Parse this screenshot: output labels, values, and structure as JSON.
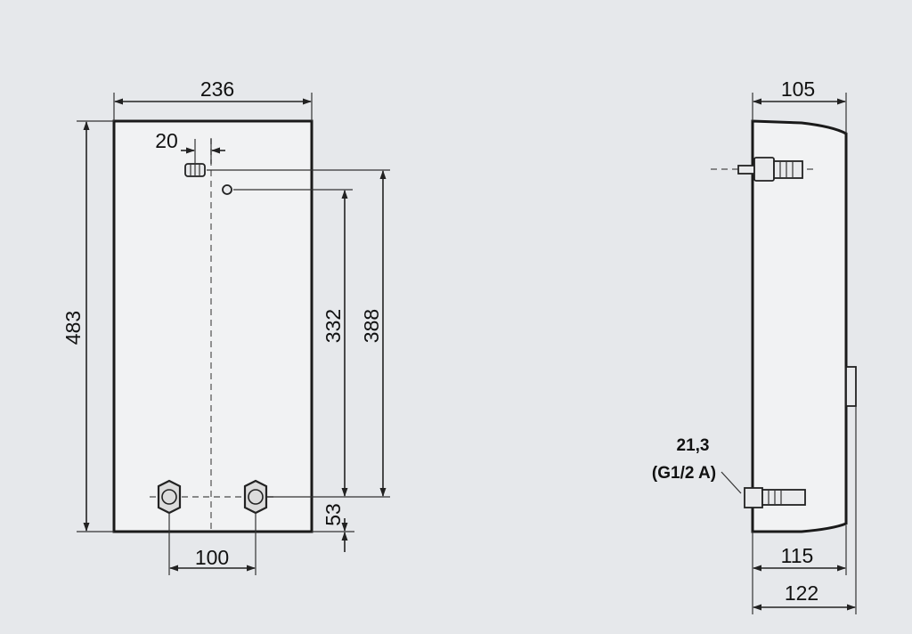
{
  "front_view": {
    "width_label": "236",
    "offset_label": "20",
    "height_label": "483",
    "inner_label_1": "332",
    "inner_label_2": "388",
    "bottom_offset_label": "53",
    "pipe_spacing_label": "100"
  },
  "side_view": {
    "depth_label": "105",
    "connection_size_label": "21,3",
    "thread_label": "(G1/2 A)",
    "depth_mid_label": "115",
    "depth_total_label": "122"
  }
}
